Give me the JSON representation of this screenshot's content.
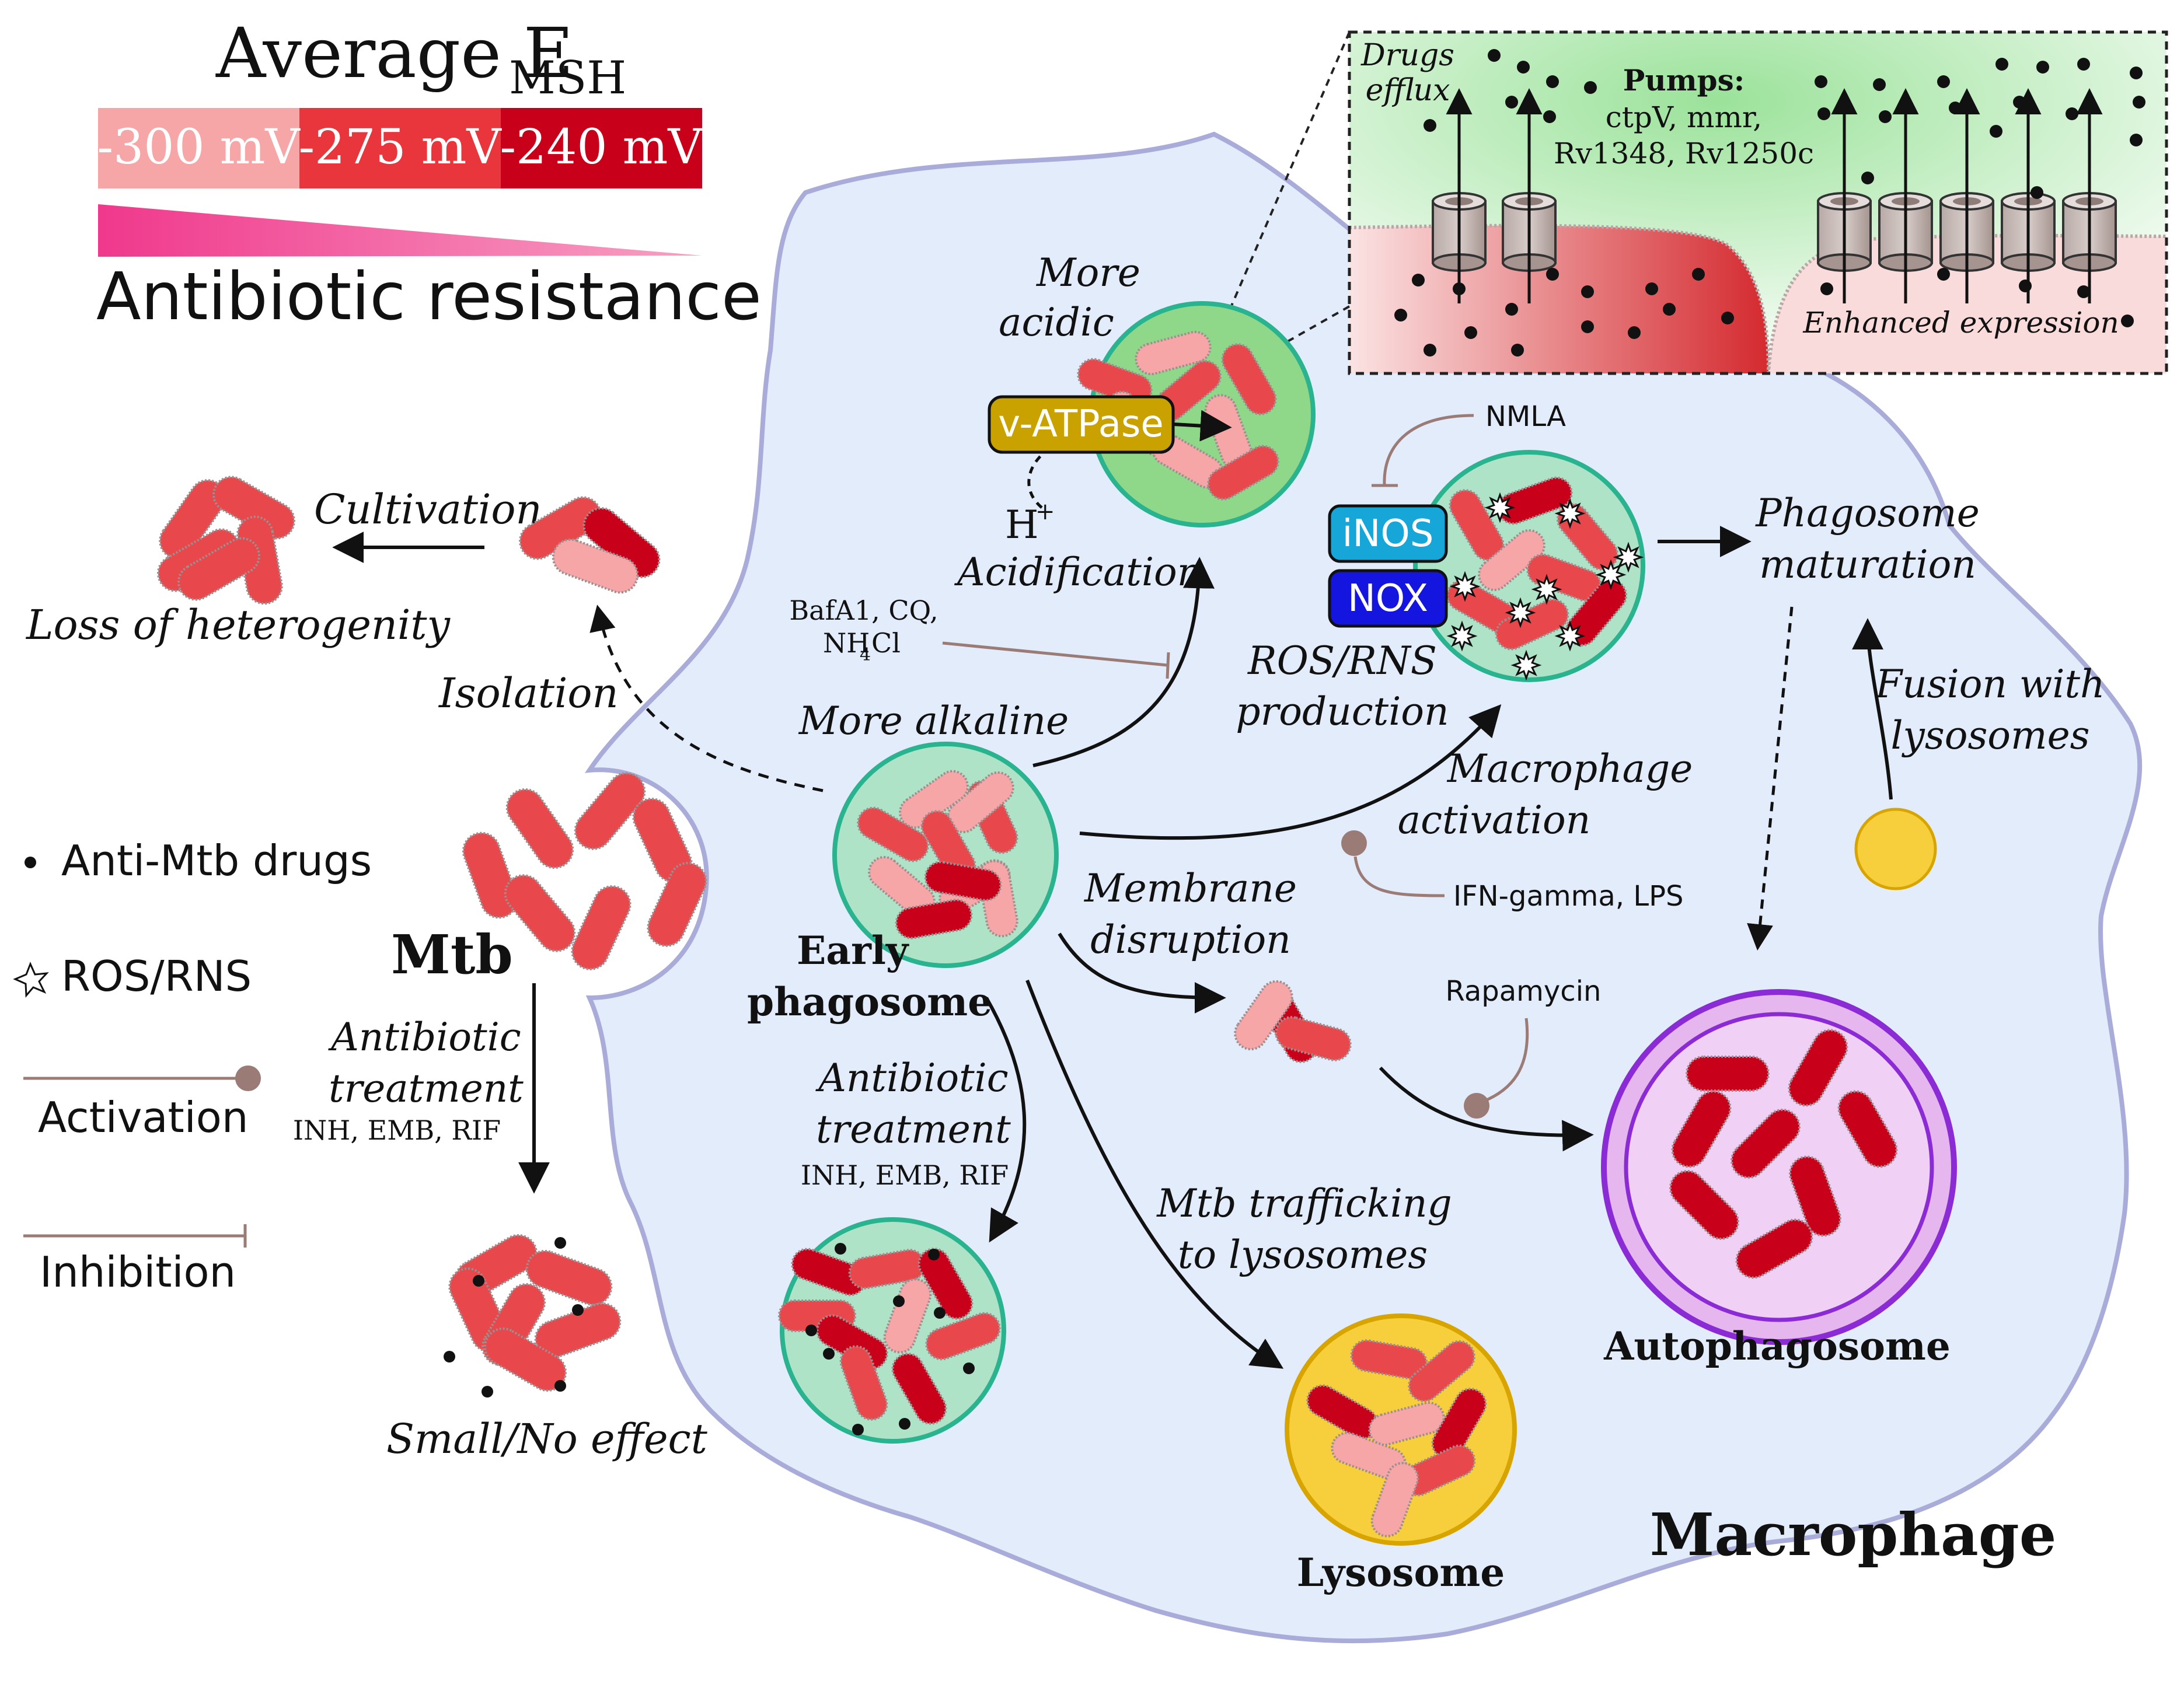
{
  "legend": {
    "title_main": "Average E",
    "title_sub": "MSH",
    "scale": [
      "-300 mV",
      "-275 mV",
      "-240 mV"
    ],
    "scale_colors": [
      "#f6a6a6",
      "#e8363c",
      "#c8001a"
    ],
    "resistance_label": "Antibiotic resistance",
    "drugs_label": "Anti-Mtb drugs",
    "ros_label": "ROS/RNS",
    "activation_label": "Activation",
    "inhibition_label": "Inhibition"
  },
  "left_panel": {
    "cultivation": "Cultivation",
    "loss": "Loss of heterogenity",
    "isolation": "Isolation",
    "mtb": "Mtb",
    "treatment_line1": "Antibiotic",
    "treatment_line2": "treatment",
    "treatment_drugs": "INH, EMB, RIF",
    "small_effect": "Small/No effect"
  },
  "inset": {
    "drugs_efflux_line1": "Drugs",
    "drugs_efflux_line2": "efflux",
    "pumps_title": "Pumps:",
    "pumps_line1": "ctpV, mmr,",
    "pumps_line2": "Rv1348, Rv1250c",
    "enhanced": "Enhanced expression"
  },
  "macrophage": {
    "label": "Macrophage",
    "more_acidic_line1": "More",
    "more_acidic_line2": "acidic",
    "vatpase": "v-ATPase",
    "h_plus": "H",
    "h_sup": "+",
    "acidification": "Acidification",
    "inhibitors_line1": "BafA1, CQ,",
    "inhibitors_line2_a": "NH",
    "inhibitors_line2_sub": "4",
    "inhibitors_line2_b": "Cl",
    "nmla": "NMLA",
    "inos": "iNOS",
    "nox": "NOX",
    "ros_line1": "ROS/RNS",
    "ros_line2": "production",
    "phagosome_maturation_line1": "Phagosome",
    "phagosome_maturation_line2": "maturation",
    "more_alkaline": "More alkaline",
    "early_line1": "Early",
    "early_line2": "phagosome",
    "macrophage_activation_line1": "Macrophage",
    "macrophage_activation_line2": "activation",
    "ifn": "IFN-gamma, LPS",
    "fusion_line1": "Fusion with",
    "fusion_line2": "lysosomes",
    "membrane_line1": "Membrane",
    "membrane_line2": "disruption",
    "rapamycin": "Rapamycin",
    "treatment_line1": "Antibiotic",
    "treatment_line2": "treatment",
    "treatment_drugs": "INH, EMB, RIF",
    "trafficking_line1": "Mtb trafficking",
    "trafficking_line2": "to lysosomes",
    "autophagosome": "Autophagosome",
    "lysosome": "Lysosome"
  },
  "colors": {
    "cytoplasm": "#e3ecfb",
    "cytoplasm_border": "#a9abd9",
    "phagosome_fill": "#aee3c7",
    "phagosome_border": "#2ab38f",
    "acidic_fill": "#8fd88a",
    "vatpase": "#c9a200",
    "inos": "#17a6d8",
    "nox": "#1515e0",
    "lysosome": "#f7cf3c",
    "autophagosome": "#e6b6ee",
    "autophagosome_border": "#8a2bd6",
    "activation": "#9b7b76"
  }
}
